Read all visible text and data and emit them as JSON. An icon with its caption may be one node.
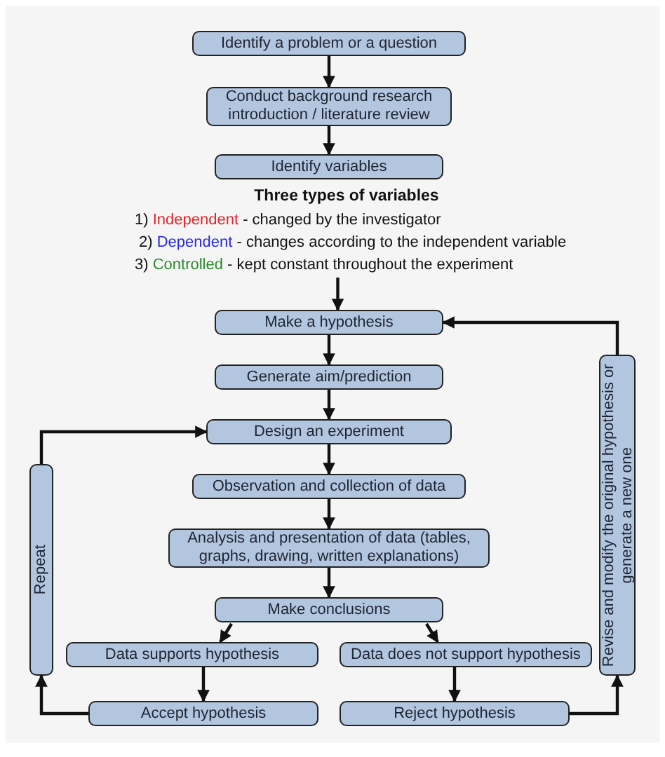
{
  "diagram": {
    "nodes": [
      {
        "text": [
          "Identify a problem or a question"
        ]
      },
      {
        "text": [
          "Conduct background research introduction / literature review"
        ]
      },
      {
        "text": [
          "Identify variables"
        ]
      },
      {
        "text": [
          "Three types of variables",
          "1) Independent - changed by the investigator",
          "2) Dependent - changes according to the independent variable",
          "3) Controlled - kept constant throughout the experiment"
        ]
      },
      {
        "text": [
          "Make a hypothesis"
        ]
      },
      {
        "text": [
          "Generate aim/prediction"
        ]
      },
      {
        "text": [
          "Design an experiment"
        ]
      },
      {
        "text": [
          "Observation and collection of data"
        ]
      },
      {
        "text": [
          "Analysis and presentation of data (tables, graphs, drawing, written explanations)"
        ]
      },
      {
        "text": [
          "Make conclusions"
        ]
      },
      {
        "text": [
          "Data supports hypothesis"
        ]
      },
      {
        "text": [
          "Data does not support hypothesis"
        ]
      },
      {
        "text": [
          "Accept hypothesis"
        ]
      },
      {
        "text": [
          "Reject hypothesis"
        ]
      },
      {
        "text": [
          "Repeat"
        ]
      },
      {
        "text": [
          "Revise and modify the original hypothesis or generate a new one"
        ]
      }
    ],
    "edges": [
      {
        "from": 0,
        "to": 1,
        "arrow": "to"
      },
      {
        "from": 1,
        "to": 2,
        "arrow": "to"
      },
      {
        "from": 3,
        "to": 4,
        "arrow": "to"
      },
      {
        "from": 4,
        "to": 5,
        "arrow": "to"
      },
      {
        "from": 5,
        "to": 6,
        "arrow": "to"
      },
      {
        "from": 6,
        "to": 7,
        "arrow": "to"
      },
      {
        "from": 7,
        "to": 8,
        "arrow": "to"
      },
      {
        "from": 8,
        "to": 9,
        "arrow": "to"
      },
      {
        "from": 9,
        "to": 10,
        "arrow": "to"
      },
      {
        "from": 9,
        "to": 11,
        "arrow": "to"
      },
      {
        "from": 10,
        "to": 12,
        "arrow": "to"
      },
      {
        "from": 11,
        "to": 13,
        "arrow": "to"
      },
      {
        "from": 12,
        "to": 14,
        "arrow": "to"
      },
      {
        "from": 14,
        "to": 6,
        "arrow": "to"
      },
      {
        "from": 13,
        "to": 15,
        "arrow": "to"
      },
      {
        "from": 15,
        "to": 4,
        "arrow": "to"
      }
    ]
  }
}
